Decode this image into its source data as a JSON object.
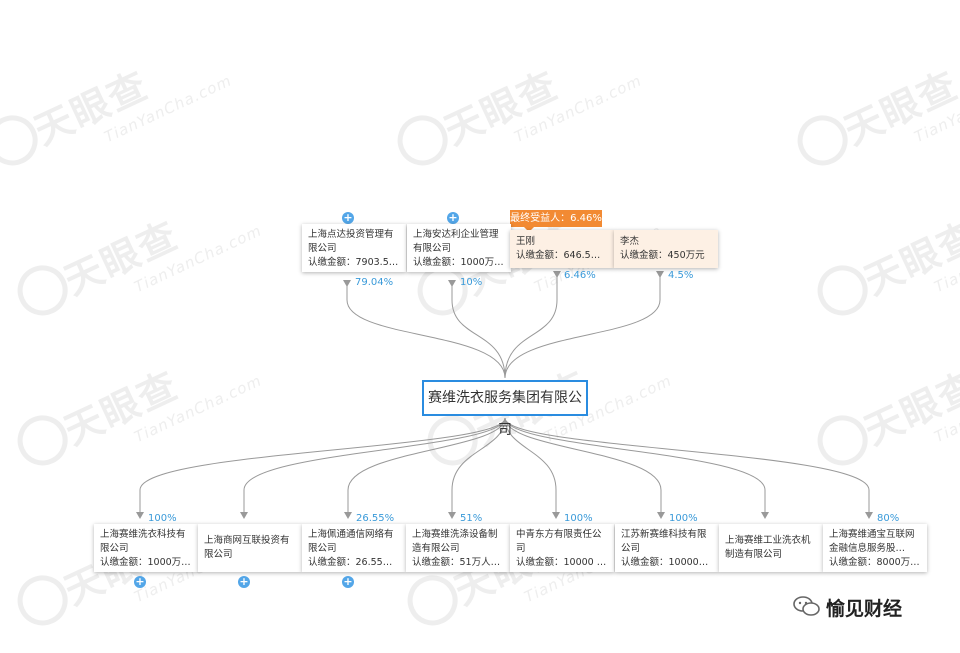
{
  "watermark": {
    "brand": "天眼查",
    "sub": "TianYanCha.com"
  },
  "center": {
    "name": "赛维洗衣服务集团有限公司"
  },
  "shareholders": [
    {
      "name": "上海点达投资管理有限公司",
      "capital": "认缴金额：7903.5…",
      "pct": "79.04%"
    },
    {
      "name": "上海安达利企业管理有限公司",
      "capital": "认缴金额：1000万…",
      "pct": "10%"
    },
    {
      "name": "王刚",
      "capital": "认缴金额：646.5…",
      "pct": "6.46%",
      "tag": "最终受益人：6.46%"
    },
    {
      "name": "李杰",
      "capital": "认缴金额：450万元",
      "pct": "4.5%"
    }
  ],
  "investments": [
    {
      "name": "上海赛维洗衣科技有限公司",
      "capital": "认缴金额：1000万…",
      "pct": "100%"
    },
    {
      "name": "上海商网互联投资有限公司",
      "capital": "",
      "pct": ""
    },
    {
      "name": "上海佩通通信网络有限公司",
      "capital": "认缴金额：26.55…",
      "pct": "26.55%"
    },
    {
      "name": "上海赛维洗涤设备制造有限公司",
      "capital": "认缴金额：51万人…",
      "pct": "51%"
    },
    {
      "name": "中青东方有限责任公司",
      "capital": "认缴金额：10000 …",
      "pct": "100%"
    },
    {
      "name": "江苏新赛维科技有限公司",
      "capital": "认缴金额：10000…",
      "pct": "100%"
    },
    {
      "name": "上海赛维工业洗衣机制造有限公司",
      "capital": "",
      "pct": ""
    },
    {
      "name": "上海赛维通宝互联网金融信息服务股…",
      "capital": "认缴金额：8000万…",
      "pct": "80%"
    }
  ],
  "footer": {
    "brand": "愉见财经"
  },
  "colors": {
    "line": "#999999",
    "pct": "#3a9ad9",
    "center_border": "#2a8ce0",
    "tag": "#f28a33",
    "person_bg": "#fdf0e4",
    "plus": "#53a6e8"
  }
}
